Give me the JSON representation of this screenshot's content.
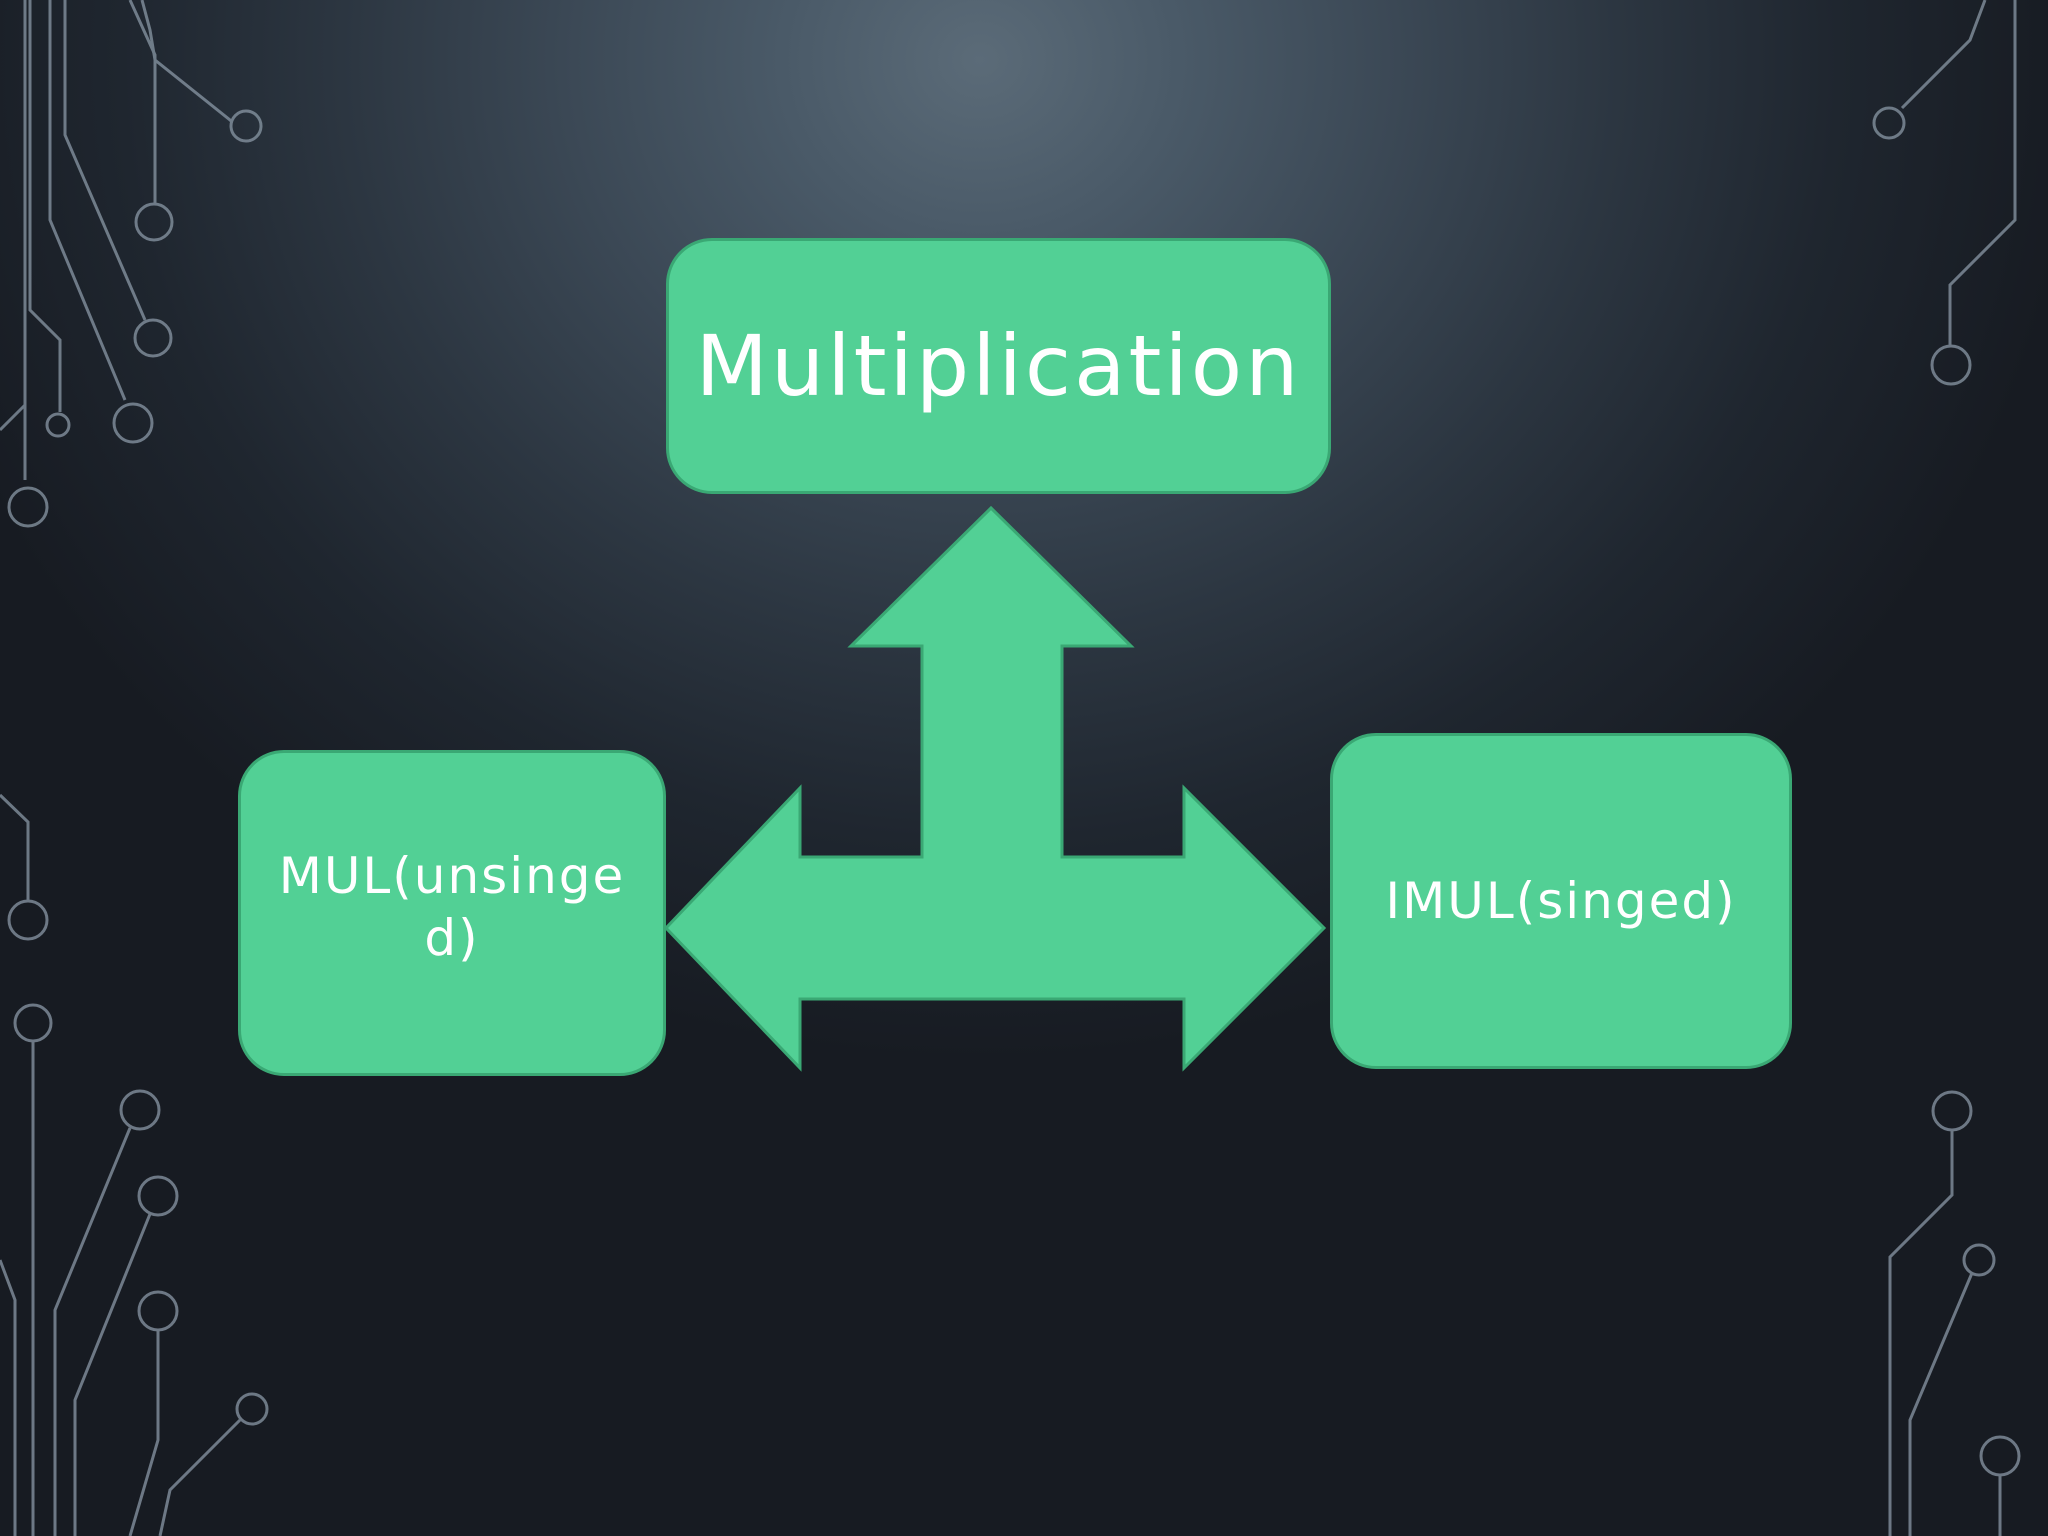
{
  "diagram": {
    "top_node": {
      "label": "Multiplication"
    },
    "left_node": {
      "label": "MUL(unsinged)"
    },
    "right_node": {
      "label": "IMUL(singed)"
    }
  },
  "colors": {
    "node_fill": "#52d095",
    "node_border": "#3aa874",
    "node_text": "#ffffff",
    "circuit_lines": "#8a98a6",
    "background_center": "#5b6b78",
    "background_edge": "#171b22"
  },
  "icons": {
    "arrow": "three-way-arrow-icon",
    "decoration": "circuit-trace-icon"
  }
}
